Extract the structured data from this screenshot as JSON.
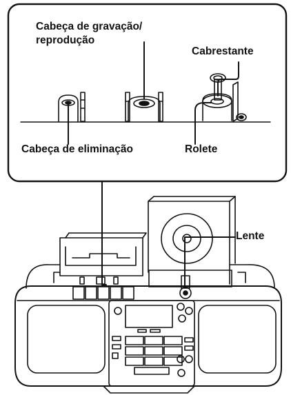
{
  "labels": {
    "head_recording_line1": "Cabeça de gravação/",
    "head_recording_line2": "reprodução",
    "capstan": "Cabrestante",
    "erase_head": "Cabeça de eliminação",
    "pinch_roller": "Rolete",
    "lens": "Lente"
  },
  "colors": {
    "ink": "#111111",
    "background": "#ffffff"
  }
}
